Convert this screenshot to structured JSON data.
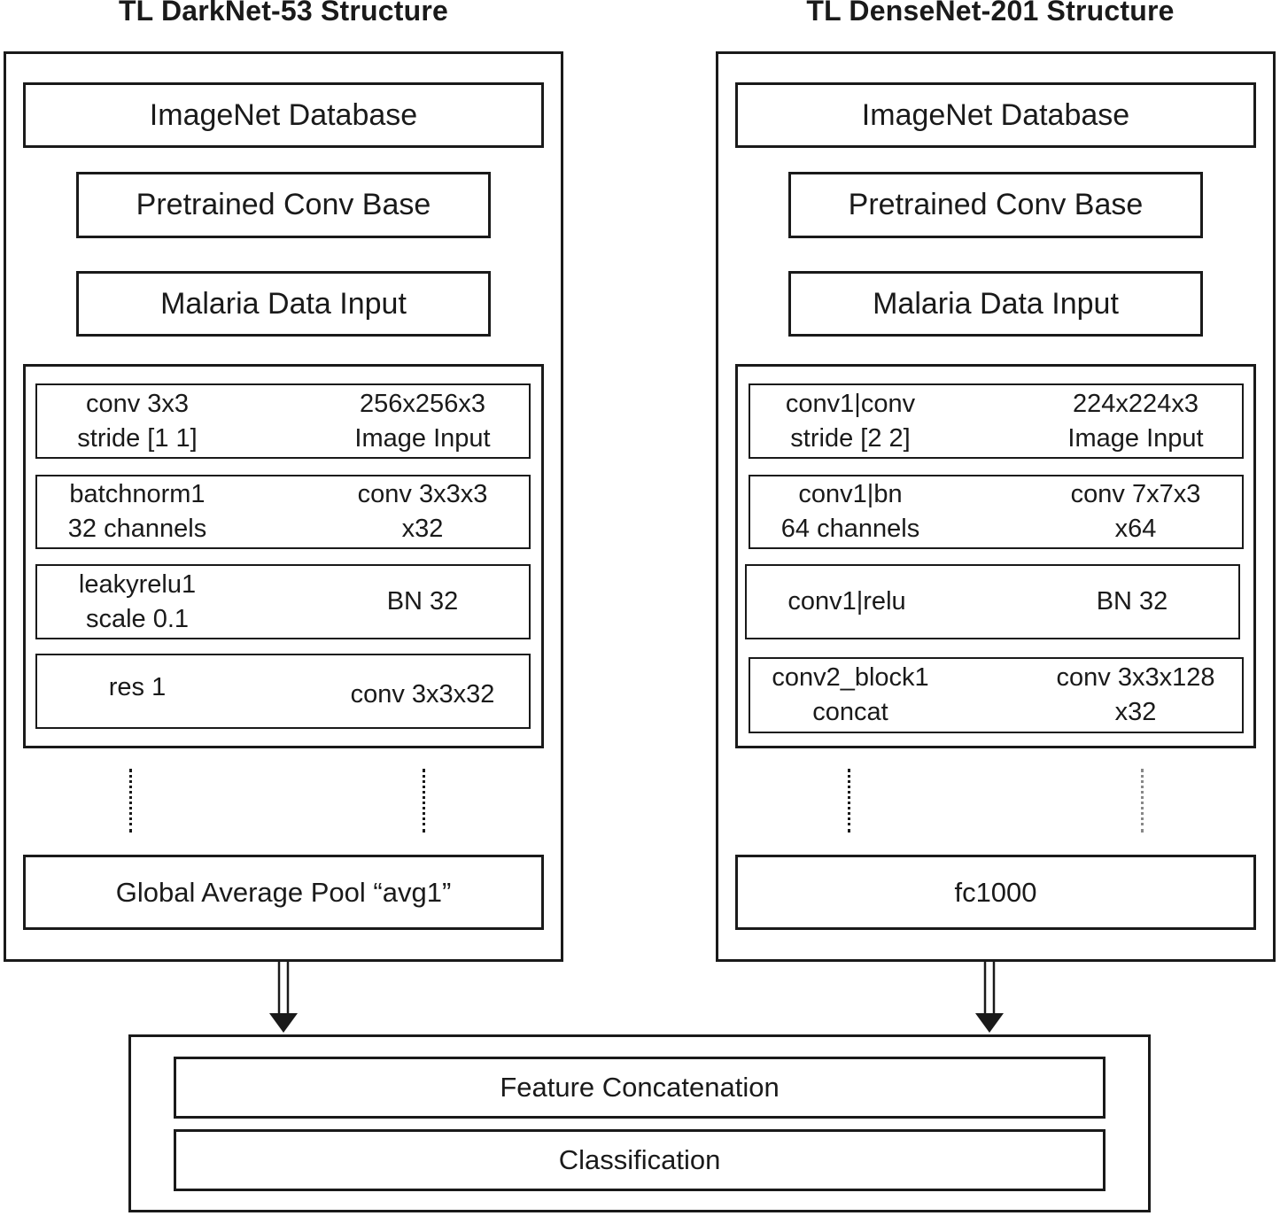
{
  "left": {
    "title": "TL DarkNet-53 Structure",
    "database": "ImageNet Database",
    "conv_base": "Pretrained Conv Base",
    "data_input": "Malaria Data Input",
    "layers": [
      {
        "left": [
          "conv 3x3",
          "stride [1 1]"
        ],
        "right": [
          "256x256x3",
          "Image Input"
        ]
      },
      {
        "left": [
          "batchnorm1",
          "32 channels"
        ],
        "right": [
          "conv 3x3x3",
          "x32"
        ]
      },
      {
        "left": [
          "leakyrelu1",
          "scale 0.1"
        ],
        "right": [
          "BN 32"
        ]
      },
      {
        "left": [
          "res 1"
        ],
        "right": [
          "conv 3x3x32"
        ]
      }
    ],
    "output": "Global Average Pool “avg1”"
  },
  "right": {
    "title": "TL DenseNet-201 Structure",
    "database": "ImageNet Database",
    "conv_base": "Pretrained Conv Base",
    "data_input": "Malaria Data Input",
    "layers": [
      {
        "left": [
          "conv1|conv",
          "stride [2 2]"
        ],
        "right": [
          "224x224x3",
          "Image Input"
        ]
      },
      {
        "left": [
          "conv1|bn",
          "64 channels"
        ],
        "right": [
          "conv 7x7x3",
          "x64"
        ]
      },
      {
        "left": [
          "conv1|relu"
        ],
        "right": [
          "BN 32"
        ]
      },
      {
        "left": [
          "conv2_block1",
          "concat"
        ],
        "right": [
          "conv 3x3x128",
          "x32"
        ]
      }
    ],
    "output": "fc1000"
  },
  "fusion": {
    "concat": "Feature Concatenation",
    "classification": "Classification"
  }
}
